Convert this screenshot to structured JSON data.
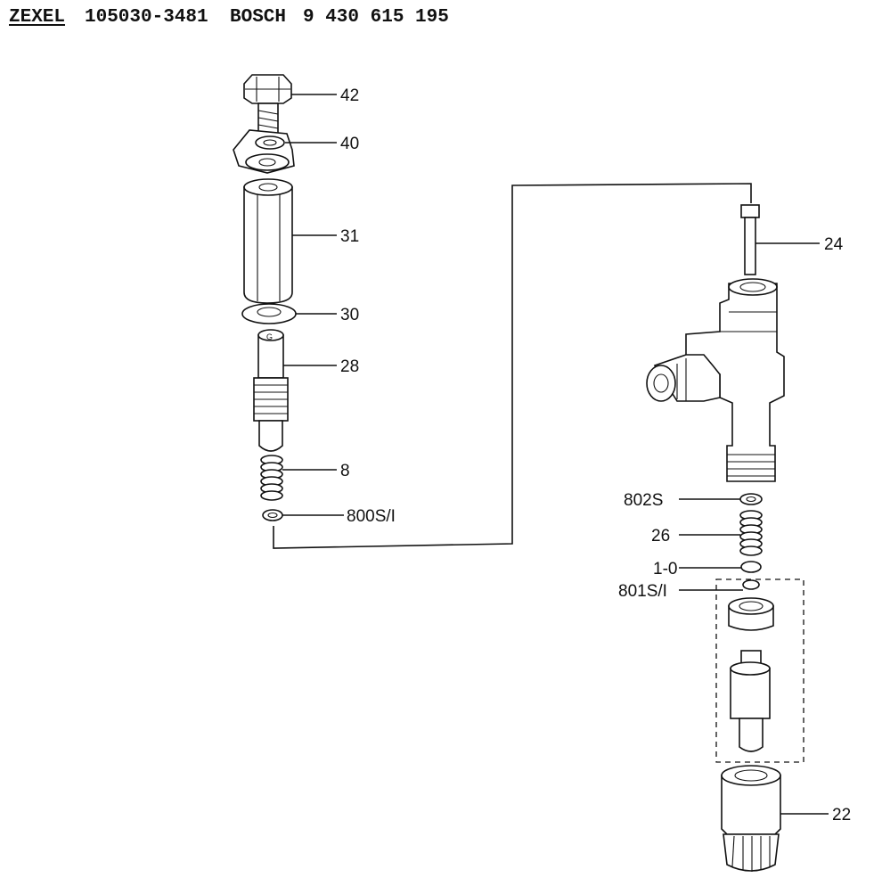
{
  "header": {
    "brand": "ZEXEL",
    "zexel_part_number": "105030-3481",
    "maker": "BOSCH",
    "bosch_part_number": "9 430 615 195"
  },
  "callouts": {
    "c42": "42",
    "c40": "40",
    "c31": "31",
    "c30": "30",
    "c28": "28",
    "c8": "8",
    "c800": "800S/I",
    "c24": "24",
    "c802": "802S",
    "c26": "26",
    "c10": "1-0",
    "c801": "801S/I",
    "c22": "22"
  }
}
